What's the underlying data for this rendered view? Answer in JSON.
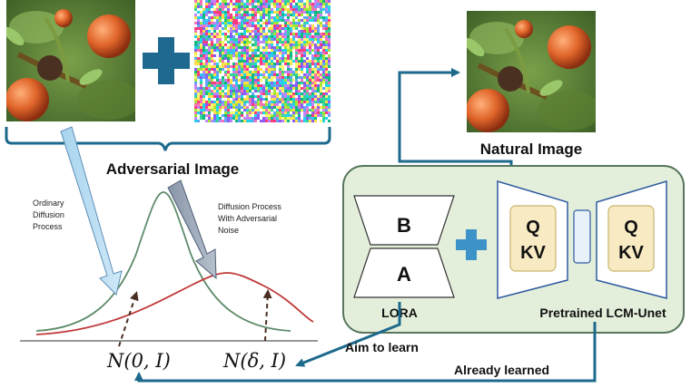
{
  "labels": {
    "adversarial_image": "Adversarial Image",
    "natural_image": "Natural Image",
    "ordinary_1": "Ordinary",
    "ordinary_2": "Diffusion",
    "ordinary_3": "Process",
    "adv_1": "Diffusion Process",
    "adv_2": "With Adversarial",
    "adv_3": "Noise",
    "lora_b": "B",
    "lora_a": "A",
    "lora": "LORA",
    "unet": "Pretrained LCM-Unet",
    "q": "Q",
    "kv": "KV",
    "aim": "Aim to learn",
    "already": "Already learned",
    "n0": "N(0, I)",
    "nd": "N(δ, I)"
  },
  "colors": {
    "blue_arrow": "#1d6a8c",
    "green_panel": "#e4efdb",
    "green_border": "#57765d",
    "green_curve": "#5e8c6a",
    "red_curve": "#c0393a",
    "plus": "#1f6990",
    "light_plus": "#3d92c8",
    "qkv_fill": "#f8ebc3",
    "qkv_border": "#c9b36d",
    "unet_border": "#2e5aa0"
  }
}
